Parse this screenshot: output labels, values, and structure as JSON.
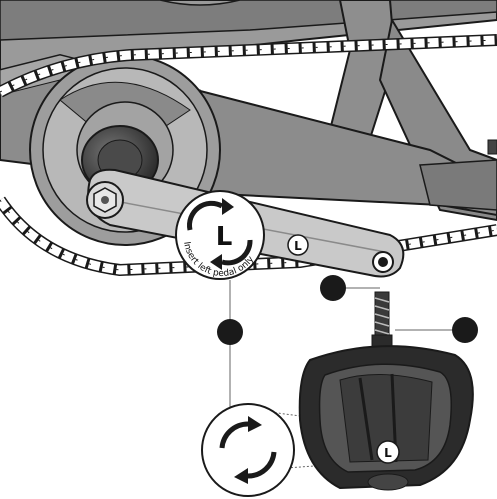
{
  "diagram": {
    "crank_label": "Insert left pedal only",
    "left_marker": "L",
    "callouts": [
      {
        "id": "pedal-hole",
        "text": ""
      },
      {
        "id": "left-detail",
        "text": ""
      },
      {
        "id": "pedal-axle",
        "text": ""
      }
    ],
    "colors": {
      "frame": "#8c8c8c",
      "frame_dark": "#6e6e6e",
      "frame_light": "#b3b3b3",
      "outline": "#1a1a1a",
      "pedal": "#2b2b2b",
      "crank": "#c8c8c8",
      "background": "#ffffff"
    },
    "icons": [
      "rotation-arrows-icon",
      "circular-arrows-icon",
      "left-marker-icon"
    ]
  }
}
